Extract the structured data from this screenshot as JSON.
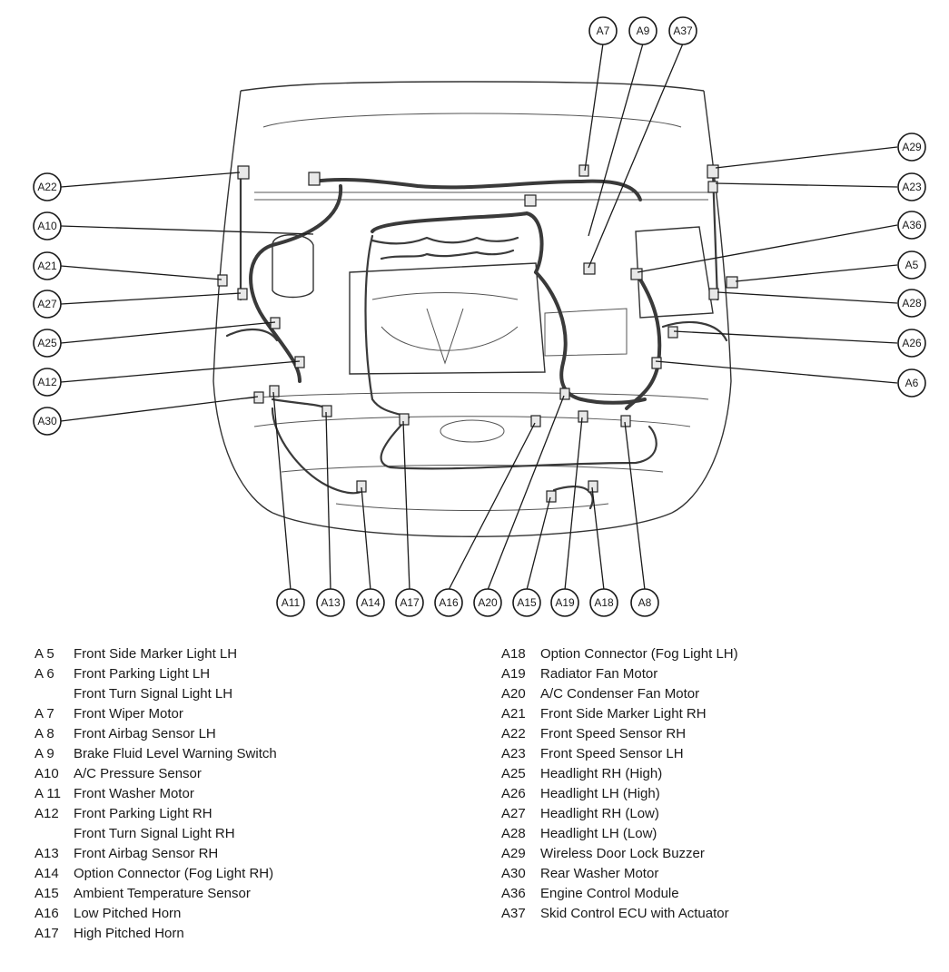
{
  "callouts": [
    "A7",
    "A9",
    "A37",
    "A29",
    "A23",
    "A36",
    "A5",
    "A28",
    "A26",
    "A6",
    "A22",
    "A10",
    "A21",
    "A27",
    "A25",
    "A12",
    "A30",
    "A11",
    "A13",
    "A14",
    "A17",
    "A16",
    "A20",
    "A15",
    "A19",
    "A18",
    "A8"
  ],
  "legend_left": [
    {
      "code": "A  5",
      "lines": [
        "Front Side Marker Light LH"
      ]
    },
    {
      "code": "A  6",
      "lines": [
        "Front Parking Light LH",
        "Front Turn Signal Light LH"
      ]
    },
    {
      "code": "A  7",
      "lines": [
        "Front Wiper Motor"
      ]
    },
    {
      "code": "A  8",
      "lines": [
        "Front Airbag Sensor LH"
      ]
    },
    {
      "code": "A  9",
      "lines": [
        "Brake Fluid Level Warning Switch"
      ]
    },
    {
      "code": "A10",
      "lines": [
        "A/C Pressure Sensor"
      ]
    },
    {
      "code": "A 11",
      "lines": [
        "Front Washer Motor"
      ]
    },
    {
      "code": "A12",
      "lines": [
        "Front Parking Light RH",
        "Front Turn Signal Light RH"
      ]
    },
    {
      "code": "A13",
      "lines": [
        "Front Airbag Sensor RH"
      ]
    },
    {
      "code": "A14",
      "lines": [
        "Option Connector (Fog Light RH)"
      ]
    },
    {
      "code": "A15",
      "lines": [
        "Ambient Temperature Sensor"
      ]
    },
    {
      "code": "A16",
      "lines": [
        "Low Pitched Horn"
      ]
    },
    {
      "code": "A17",
      "lines": [
        "High Pitched Horn"
      ]
    }
  ],
  "legend_right": [
    {
      "code": "A18",
      "lines": [
        "Option Connector (Fog Light LH)"
      ]
    },
    {
      "code": "A19",
      "lines": [
        "Radiator Fan Motor"
      ]
    },
    {
      "code": "A20",
      "lines": [
        "A/C Condenser Fan Motor"
      ]
    },
    {
      "code": "A21",
      "lines": [
        "Front Side Marker Light RH"
      ]
    },
    {
      "code": "A22",
      "lines": [
        "Front Speed Sensor RH"
      ]
    },
    {
      "code": "A23",
      "lines": [
        "Front Speed Sensor LH"
      ]
    },
    {
      "code": "A25",
      "lines": [
        "Headlight RH (High)"
      ]
    },
    {
      "code": "A26",
      "lines": [
        "Headlight LH (High)"
      ]
    },
    {
      "code": "A27",
      "lines": [
        "Headlight RH (Low)"
      ]
    },
    {
      "code": "A28",
      "lines": [
        "Headlight LH (Low)"
      ]
    },
    {
      "code": "A29",
      "lines": [
        "Wireless Door Lock Buzzer"
      ]
    },
    {
      "code": "A30",
      "lines": [
        "Rear Washer Motor"
      ]
    },
    {
      "code": "A36",
      "lines": [
        "Engine Control Module"
      ]
    },
    {
      "code": "A37",
      "lines": [
        "Skid Control ECU with Actuator"
      ]
    }
  ]
}
